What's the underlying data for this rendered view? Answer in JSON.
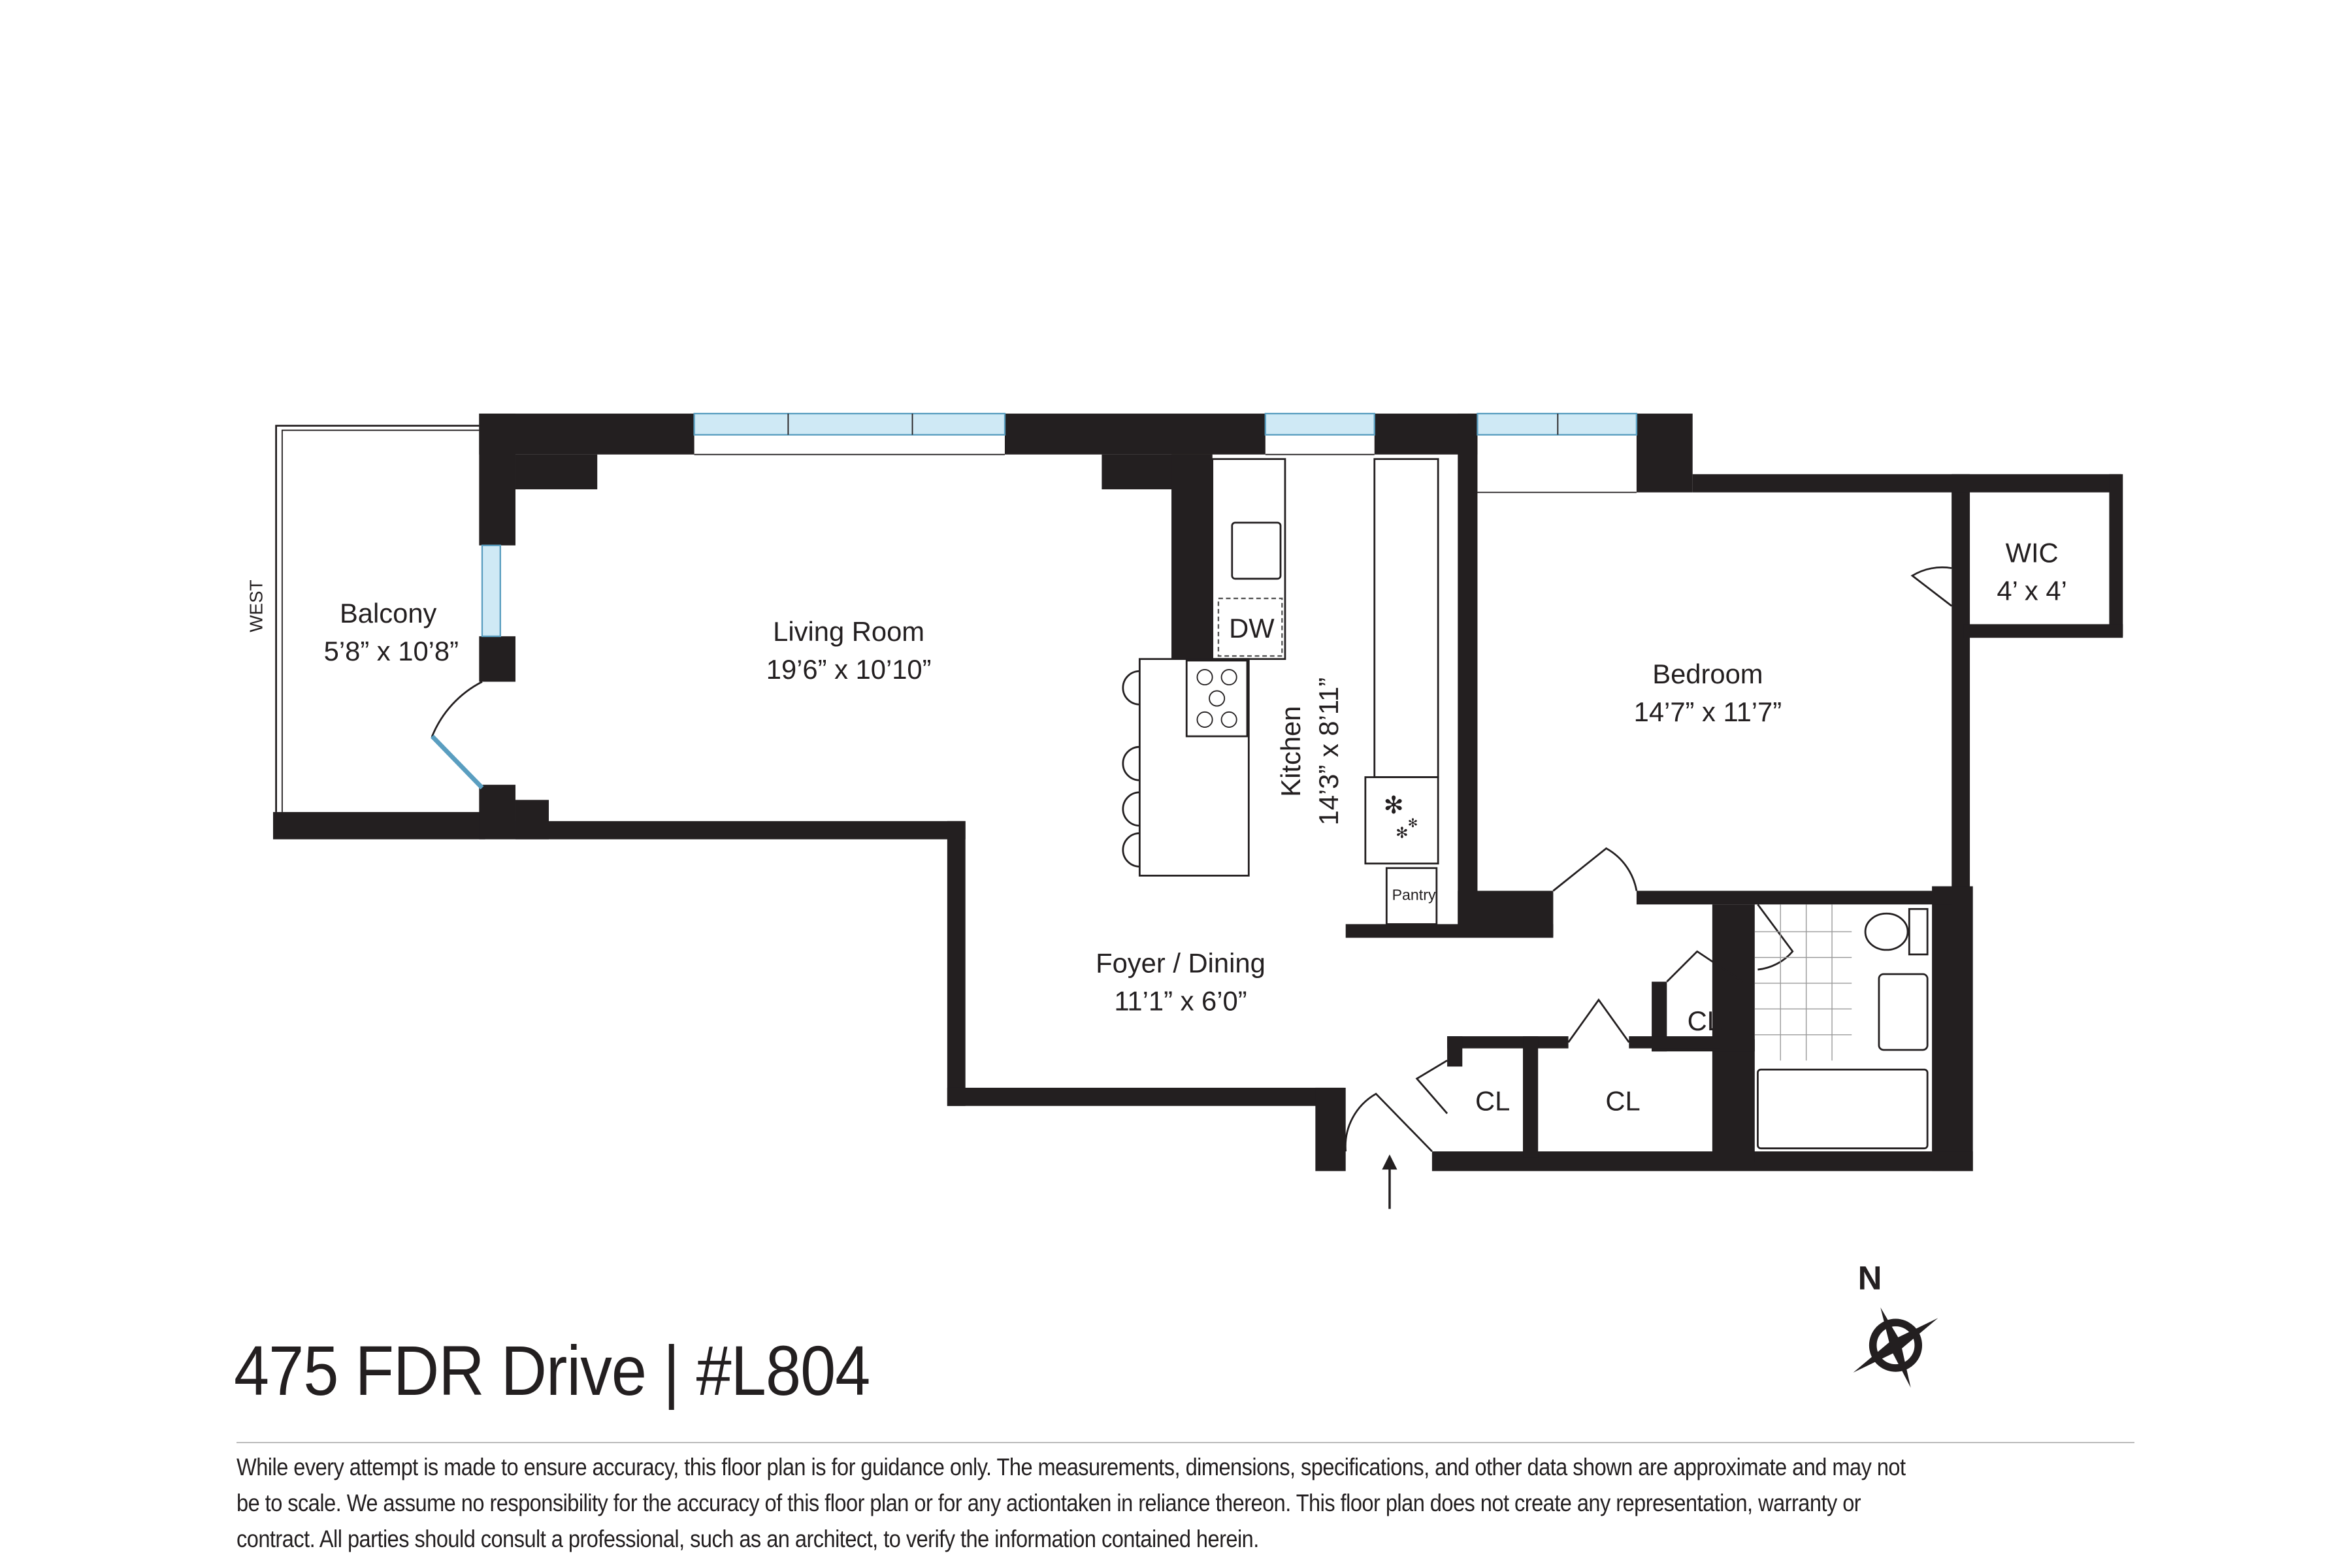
{
  "rooms": {
    "balcony": {
      "name": "Balcony",
      "dims": "5’8” x 10’8”"
    },
    "living": {
      "name": "Living Room",
      "dims": "19’6” x 10’10”"
    },
    "kitchen": {
      "name": "Kitchen",
      "dims": "14’3” x 8’11”"
    },
    "bedroom": {
      "name": "Bedroom",
      "dims": "14’7” x 11’7”"
    },
    "wic": {
      "name": "WIC",
      "dims": "4’ x 4’"
    },
    "foyer": {
      "name": "Foyer / Dining",
      "dims": "11’1” x 6’0”"
    },
    "closet1": "CL",
    "closet2": "CL",
    "closet3": "CL",
    "pantry": "Pantry",
    "dishwasher": "DW"
  },
  "orientation": {
    "west_label": "WEST",
    "north_label": "N"
  },
  "colors": {
    "wall": "#231f20",
    "window": "#cfe9f5"
  },
  "title": "475 FDR Drive | #L804",
  "disclaimer": "While every attempt is made to ensure accuracy, this floor plan is for guidance only. The measurements, dimensions, specifications, and other data shown are approximate and may not be to scale.  We assume no responsibility for the accuracy of this floor plan or for any actiontaken in reliance thereon. This floor plan does not create any representation, warranty or contract. All parties should consult a professional, such as an architect, to verify the information contained herein."
}
